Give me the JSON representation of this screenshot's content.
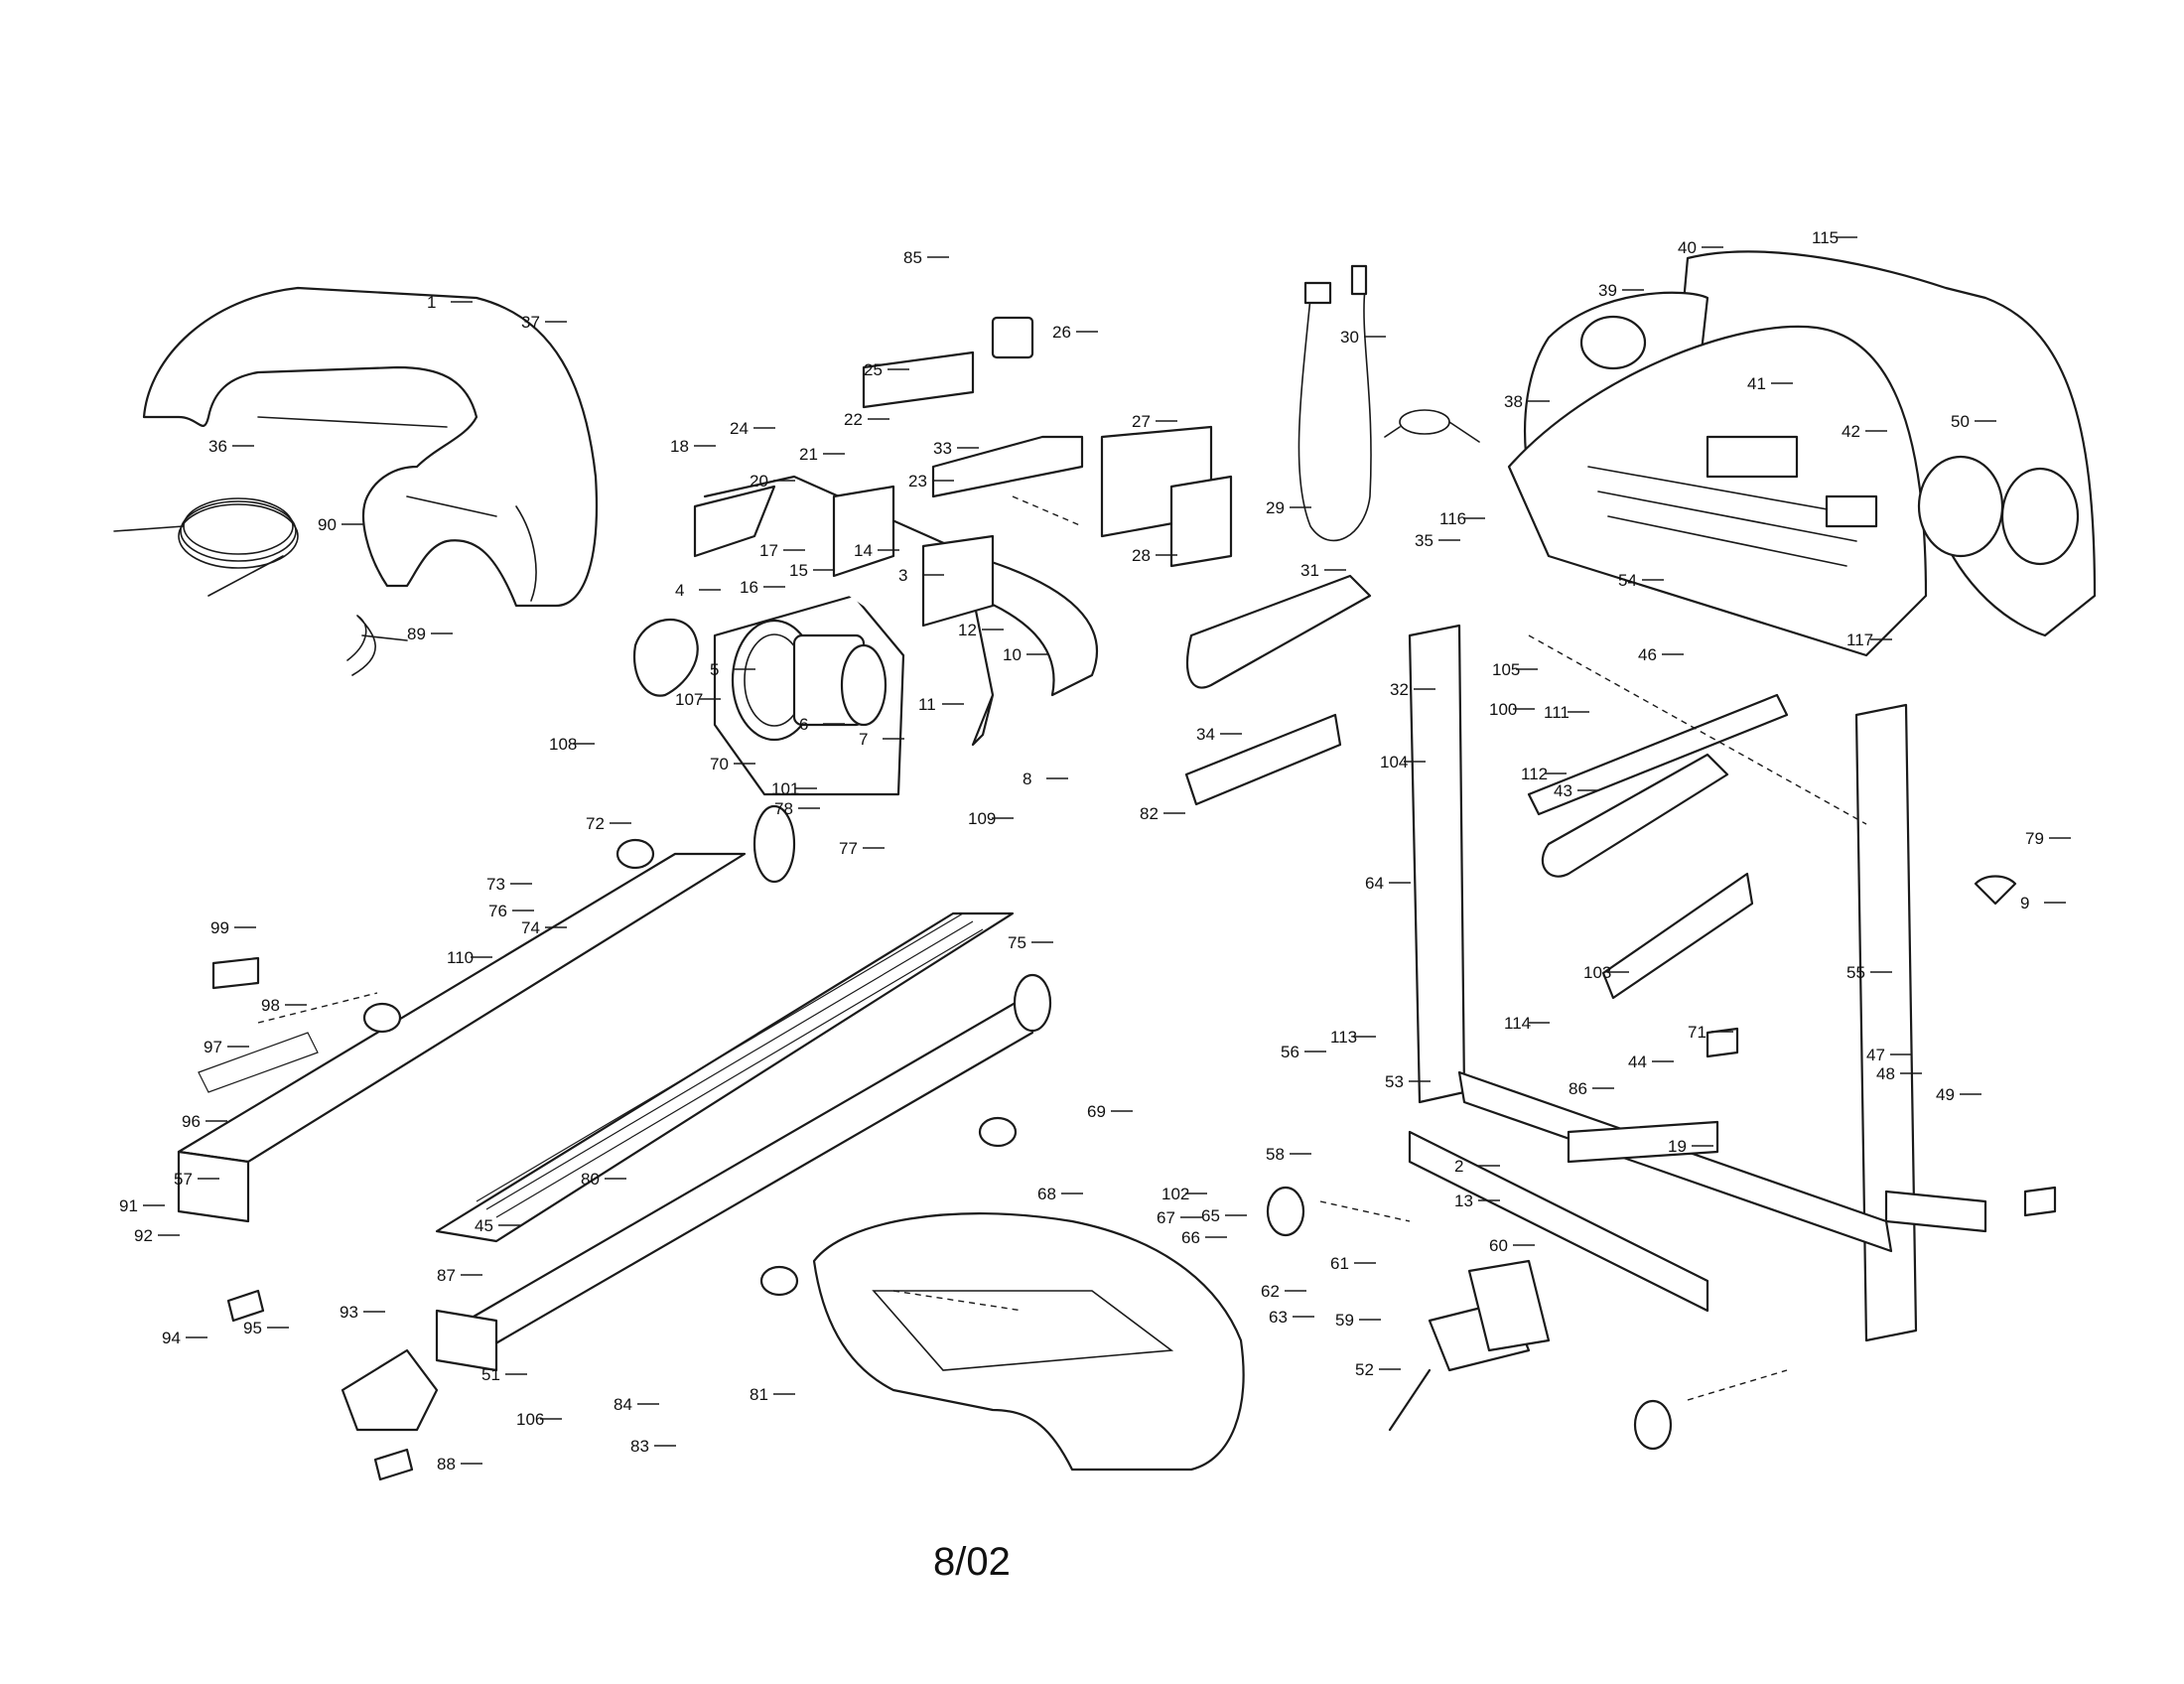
{
  "footer_date": "8/02",
  "callouts": [
    "1",
    "2",
    "3",
    "4",
    "5",
    "6",
    "7",
    "8",
    "9",
    "10",
    "11",
    "12",
    "13",
    "14",
    "15",
    "16",
    "17",
    "18",
    "19",
    "20",
    "21",
    "22",
    "23",
    "24",
    "25",
    "26",
    "27",
    "28",
    "29",
    "30",
    "31",
    "32",
    "33",
    "34",
    "35",
    "36",
    "37",
    "38",
    "39",
    "40",
    "41",
    "42",
    "43",
    "44",
    "45",
    "46",
    "47",
    "48",
    "49",
    "50",
    "51",
    "52",
    "53",
    "54",
    "55",
    "56",
    "57",
    "58",
    "59",
    "60",
    "61",
    "62",
    "63",
    "64",
    "65",
    "66",
    "67",
    "68",
    "69",
    "70",
    "71",
    "72",
    "73",
    "74",
    "75",
    "76",
    "77",
    "78",
    "79",
    "80",
    "81",
    "82",
    "83",
    "84",
    "85",
    "86",
    "87",
    "88",
    "89",
    "90",
    "91",
    "92",
    "93",
    "94",
    "95",
    "96",
    "97",
    "98",
    "99",
    "100",
    "101",
    "102",
    "103",
    "104",
    "105",
    "106",
    "107",
    "108",
    "109",
    "110",
    "111",
    "112",
    "113",
    "114",
    "115",
    "116",
    "117"
  ],
  "colors": {
    "line": "#1a1a1a",
    "background": "#ffffff"
  }
}
